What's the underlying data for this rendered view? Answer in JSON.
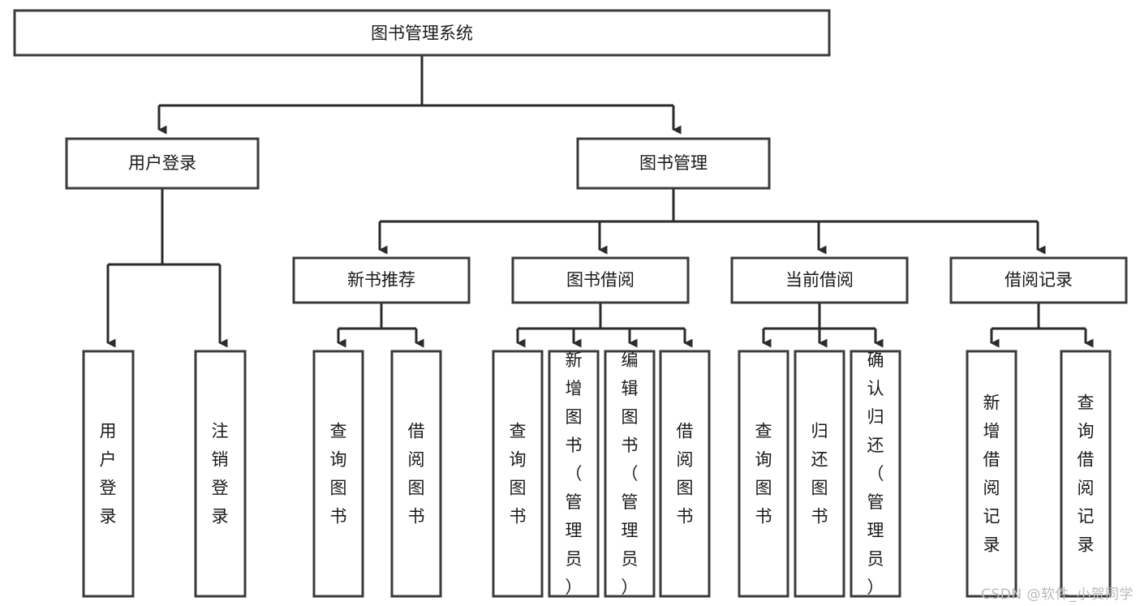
{
  "diagram": {
    "title": "图书管理系统",
    "type": "tree-hierarchy",
    "watermark": "CSDN @软件_小贺同学",
    "colors": {
      "box_stroke": "#3b3b3b",
      "box_fill": "#ffffff",
      "connector": "#2b2b2b",
      "text": "#1a1a1a",
      "watermark": "#b9b9b9",
      "background": "#ffffff"
    },
    "root": {
      "id": "root",
      "label": "图书管理系统",
      "orientation": "horizontal"
    },
    "level2": [
      {
        "id": "user-login",
        "label": "用户登录",
        "orientation": "horizontal"
      },
      {
        "id": "book-management",
        "label": "图书管理",
        "orientation": "horizontal"
      }
    ],
    "level3": [
      {
        "id": "new-book-recommend",
        "label": "新书推荐",
        "orientation": "horizontal",
        "parent": "book-management"
      },
      {
        "id": "book-borrow",
        "label": "图书借阅",
        "orientation": "horizontal",
        "parent": "book-management"
      },
      {
        "id": "current-borrow",
        "label": "当前借阅",
        "orientation": "horizontal",
        "parent": "book-management"
      },
      {
        "id": "borrow-record",
        "label": "借阅记录",
        "orientation": "horizontal",
        "parent": "book-management"
      }
    ],
    "leaves": [
      {
        "id": "leaf-user-login",
        "label": "用户登录",
        "parent": "user-login",
        "orientation": "vertical"
      },
      {
        "id": "leaf-logout",
        "label": "注销登录",
        "parent": "user-login",
        "orientation": "vertical"
      },
      {
        "id": "leaf-query-book-1",
        "label": "查询图书",
        "parent": "new-book-recommend",
        "orientation": "vertical"
      },
      {
        "id": "leaf-borrow-book-1",
        "label": "借阅图书",
        "parent": "new-book-recommend",
        "orientation": "vertical"
      },
      {
        "id": "leaf-query-book-2",
        "label": "查询图书",
        "parent": "book-borrow",
        "orientation": "vertical"
      },
      {
        "id": "leaf-add-book",
        "label": "新增图书（管理员）",
        "parent": "book-borrow",
        "orientation": "vertical"
      },
      {
        "id": "leaf-edit-book",
        "label": "编辑图书（管理员）",
        "parent": "book-borrow",
        "orientation": "vertical"
      },
      {
        "id": "leaf-borrow-book-2",
        "label": "借阅图书",
        "parent": "book-borrow",
        "orientation": "vertical"
      },
      {
        "id": "leaf-query-book-3",
        "label": "查询图书",
        "parent": "current-borrow",
        "orientation": "vertical"
      },
      {
        "id": "leaf-return-book",
        "label": "归还图书",
        "parent": "current-borrow",
        "orientation": "vertical"
      },
      {
        "id": "leaf-confirm-return",
        "label": "确认归还（管理员）",
        "parent": "current-borrow",
        "orientation": "vertical"
      },
      {
        "id": "leaf-add-record",
        "label": "新增借阅记录",
        "parent": "borrow-record",
        "orientation": "vertical"
      },
      {
        "id": "leaf-query-record",
        "label": "查询借阅记录",
        "parent": "borrow-record",
        "orientation": "vertical"
      }
    ]
  }
}
